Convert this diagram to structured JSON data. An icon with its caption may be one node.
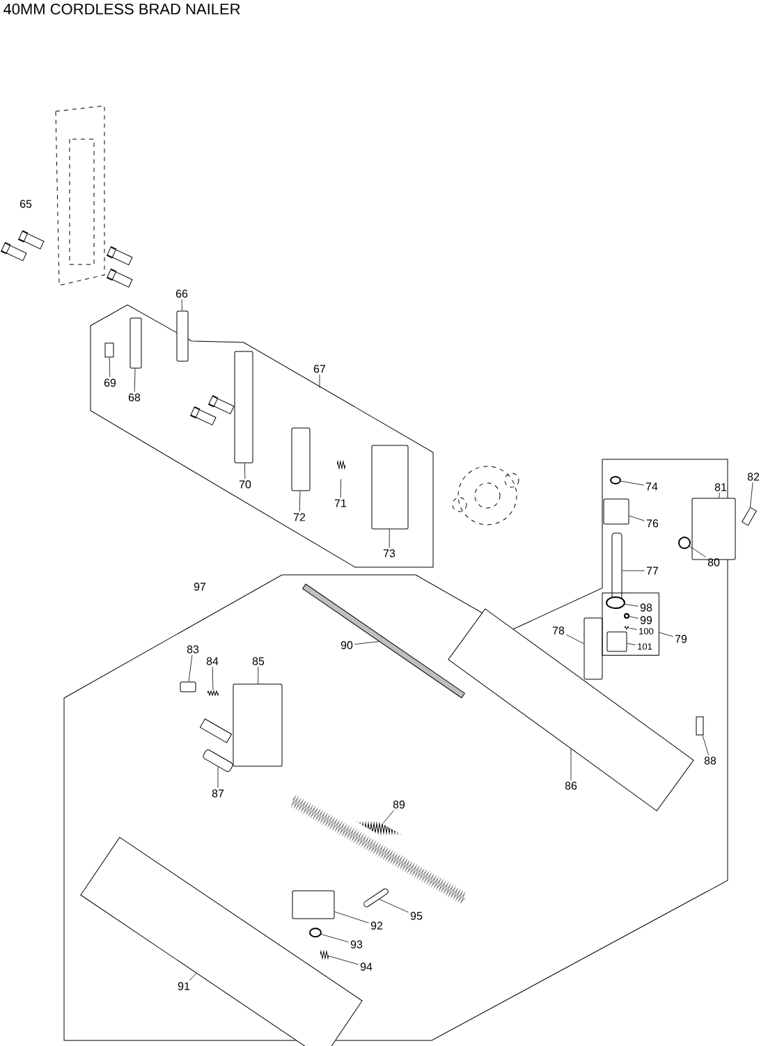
{
  "diagram": {
    "title": "40MM CORDLESS BRAD NAILER",
    "nodes": [
      {
        "text": [
          "66"
        ]
      },
      {
        "text": [],
        "shape": "bar"
      },
      {
        "text": [
          "69"
        ]
      },
      {
        "text": [],
        "shape": "bar"
      },
      {
        "text": [
          "68"
        ]
      },
      {
        "text": [],
        "shape": "bar"
      },
      {
        "text": [
          "67"
        ]
      },
      {
        "text": [
          "70"
        ]
      },
      {
        "text": [],
        "shape": "bar"
      },
      {
        "text": [
          "72"
        ]
      },
      {
        "text": [],
        "shape": "box"
      },
      {
        "text": [
          "71"
        ]
      },
      {
        "text": [],
        "shape": "bar"
      },
      {
        "text": [
          "73"
        ]
      },
      {
        "text": [],
        "shape": "box"
      },
      {
        "text": [
          "74"
        ]
      },
      {
        "text": [],
        "shape": "circle"
      },
      {
        "text": [
          "81"
        ]
      },
      {
        "text": [],
        "shape": "box"
      },
      {
        "text": [
          "82"
        ]
      },
      {
        "text": [],
        "shape": "bar"
      },
      {
        "text": [
          "76"
        ]
      },
      {
        "text": [],
        "shape": "box"
      },
      {
        "text": [
          "80"
        ]
      },
      {
        "text": [],
        "shape": "circle"
      },
      {
        "text": [
          "77"
        ]
      },
      {
        "text": [],
        "shape": "bar"
      },
      {
        "text": [],
        "shape": "box"
      },
      {
        "text": [
          "98"
        ],
        "in": 27
      },
      {
        "text": [],
        "shape": "circle",
        "in": 27
      },
      {
        "text": [
          "99"
        ],
        "in": 27
      },
      {
        "text": [],
        "shape": "circle",
        "in": 27
      },
      {
        "text": [
          "100"
        ],
        "in": 27
      },
      {
        "text": [],
        "shape": "bar",
        "in": 27
      },
      {
        "text": [
          "101"
        ],
        "in": 27
      },
      {
        "text": [],
        "shape": "box",
        "in": 27
      },
      {
        "text": [
          "79"
        ]
      },
      {
        "text": [
          "78"
        ]
      },
      {
        "text": [],
        "shape": "box"
      },
      {
        "text": [
          "90"
        ]
      },
      {
        "text": [],
        "shape": "bar"
      },
      {
        "text": [
          "83"
        ]
      },
      {
        "text": [],
        "shape": "box"
      },
      {
        "text": [
          "84"
        ]
      },
      {
        "text": [],
        "shape": "bar"
      },
      {
        "text": [
          "85"
        ]
      },
      {
        "text": [],
        "shape": "box"
      },
      {
        "text": [
          "88"
        ]
      },
      {
        "text": [],
        "shape": "bar"
      },
      {
        "text": [
          "86"
        ]
      },
      {
        "text": [],
        "shape": "bar"
      },
      {
        "text": [
          "87"
        ]
      },
      {
        "text": [],
        "shape": "bar"
      },
      {
        "text": [
          "89"
        ]
      },
      {
        "text": [],
        "shape": "bar"
      },
      {
        "text": [
          "95"
        ]
      },
      {
        "text": [],
        "shape": "bar"
      },
      {
        "text": [
          "92"
        ]
      },
      {
        "text": [],
        "shape": "box"
      },
      {
        "text": [
          "93"
        ]
      },
      {
        "text": [],
        "shape": "circle"
      },
      {
        "text": [
          "94"
        ]
      },
      {
        "text": [],
        "shape": "bar"
      },
      {
        "text": [
          "91"
        ]
      },
      {
        "text": [],
        "shape": "bar"
      }
    ],
    "edges": [
      {
        "from": 0,
        "to": 1,
        "arrow": "none"
      },
      {
        "from": 2,
        "to": 3,
        "arrow": "none"
      },
      {
        "from": 4,
        "to": 5,
        "arrow": "none"
      },
      {
        "from": 6,
        "to": null,
        "arrow": "none"
      },
      {
        "from": 7,
        "to": 8,
        "arrow": "none"
      },
      {
        "from": 9,
        "to": 10,
        "arrow": "none"
      },
      {
        "from": 11,
        "to": 12,
        "arrow": "none"
      },
      {
        "from": 13,
        "to": 14,
        "arrow": "none"
      },
      {
        "from": 15,
        "to": 16,
        "arrow": "none"
      },
      {
        "from": 17,
        "to": 18,
        "arrow": "none"
      },
      {
        "from": 19,
        "to": 20,
        "arrow": "none"
      },
      {
        "from": 21,
        "to": 22,
        "arrow": "none"
      },
      {
        "from": 23,
        "to": 24,
        "arrow": "none"
      },
      {
        "from": 25,
        "to": 26,
        "arrow": "none"
      },
      {
        "from": 28,
        "to": 29,
        "arrow": "none"
      },
      {
        "from": 30,
        "to": 31,
        "arrow": "none"
      },
      {
        "from": 32,
        "to": 33,
        "arrow": "none"
      },
      {
        "from": 34,
        "to": 35,
        "arrow": "none"
      },
      {
        "from": 36,
        "to": 27,
        "arrow": "none"
      },
      {
        "from": 37,
        "to": 38,
        "arrow": "none"
      },
      {
        "from": 39,
        "to": 40,
        "arrow": "none"
      },
      {
        "from": 41,
        "to": 42,
        "arrow": "none"
      },
      {
        "from": 43,
        "to": 44,
        "arrow": "none"
      },
      {
        "from": 45,
        "to": 46,
        "arrow": "none"
      },
      {
        "from": 47,
        "to": 48,
        "arrow": "none"
      },
      {
        "from": 49,
        "to": 50,
        "arrow": "none"
      },
      {
        "from": 51,
        "to": 52,
        "arrow": "none"
      },
      {
        "from": 53,
        "to": 54,
        "arrow": "none"
      },
      {
        "from": 55,
        "to": 56,
        "arrow": "none"
      },
      {
        "from": 57,
        "to": 58,
        "arrow": "none"
      },
      {
        "from": 59,
        "to": 60,
        "arrow": "none"
      },
      {
        "from": 61,
        "to": 62,
        "arrow": "none"
      },
      {
        "from": 63,
        "to": 64,
        "arrow": "none"
      }
    ],
    "labels": [
      "65",
      "97"
    ]
  }
}
